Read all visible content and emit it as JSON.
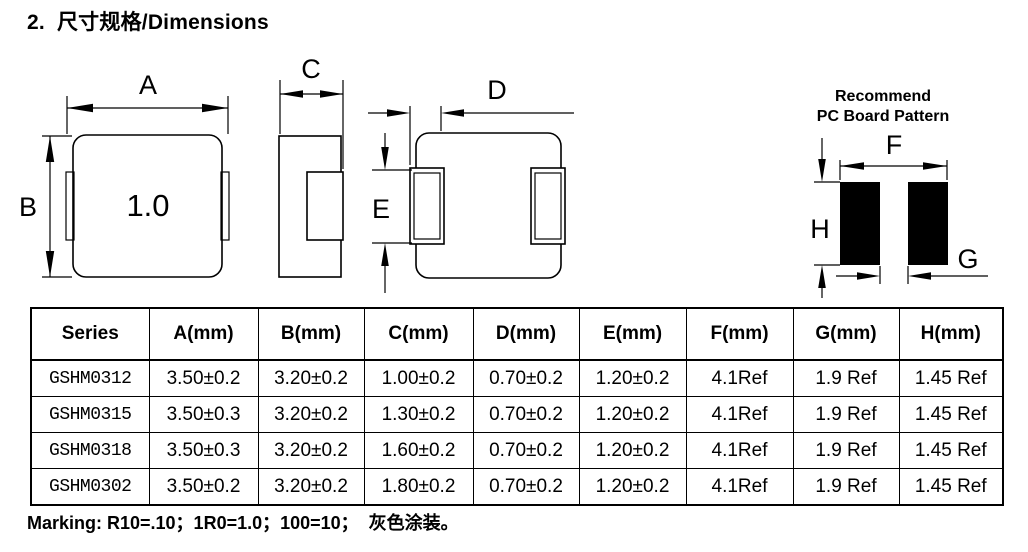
{
  "page": {
    "title": "2.  尺寸规格/Dimensions",
    "marking_note": "Marking: R10=.10；1R0=1.0；100=10；  灰色涂装。"
  },
  "drawings": {
    "top_view": {
      "part_marking": "1.0",
      "dim_a": "A",
      "dim_b": "B"
    },
    "side_view": {
      "dim_c": "C"
    },
    "bottom_view": {
      "dim_d": "D",
      "dim_e": "E"
    },
    "pcb_pattern": {
      "title_line1": "Recommend",
      "title_line2": "PC Board Pattern",
      "dim_f": "F",
      "dim_g": "G",
      "dim_h": "H"
    }
  },
  "table": {
    "headers": [
      "Series",
      "A(mm)",
      "B(mm)",
      "C(mm)",
      "D(mm)",
      "E(mm)",
      "F(mm)",
      "G(mm)",
      "H(mm)"
    ],
    "rows": [
      {
        "cells": [
          "GSHM0312",
          "3.50±0.2",
          "3.20±0.2",
          "1.00±0.2",
          "0.70±0.2",
          "1.20±0.2",
          "4.1Ref",
          "1.9 Ref",
          "1.45 Ref"
        ]
      },
      {
        "cells": [
          "GSHM0315",
          "3.50±0.3",
          "3.20±0.2",
          "1.30±0.2",
          "0.70±0.2",
          "1.20±0.2",
          "4.1Ref",
          "1.9 Ref",
          "1.45 Ref"
        ]
      },
      {
        "cells": [
          "GSHM0318",
          "3.50±0.3",
          "3.20±0.2",
          "1.60±0.2",
          "0.70±0.2",
          "1.20±0.2",
          "4.1Ref",
          "1.9 Ref",
          "1.45 Ref"
        ]
      },
      {
        "cells": [
          "GSHM0302",
          "3.50±0.2",
          "3.20±0.2",
          "1.80±0.2",
          "0.70±0.2",
          "1.20±0.2",
          "4.1Ref",
          "1.9 Ref",
          "1.45 Ref"
        ]
      }
    ]
  },
  "colors": {
    "ink": "#000000",
    "paper": "#ffffff"
  }
}
